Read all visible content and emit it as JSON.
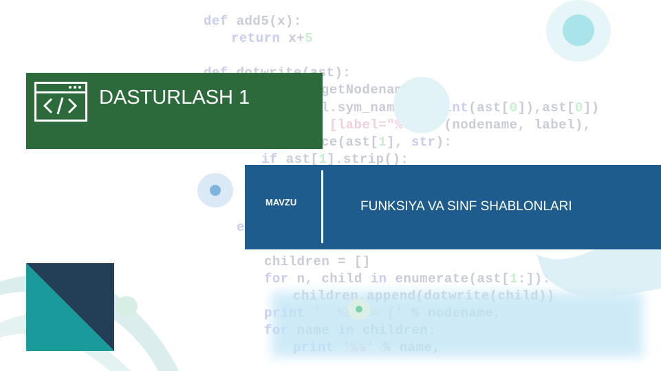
{
  "slide": {
    "course_title": "DASTURLASH 1",
    "topic_label": "MAVZU",
    "topic_title": "FUNKSIYA VA SINF SHABLONLARI"
  },
  "colors": {
    "green": "#2d6a3b",
    "blue": "#1f5c8e",
    "teal": "#1a9a9a",
    "navy": "#233f57"
  },
  "icons": {
    "course_icon": "code-window-icon"
  }
}
